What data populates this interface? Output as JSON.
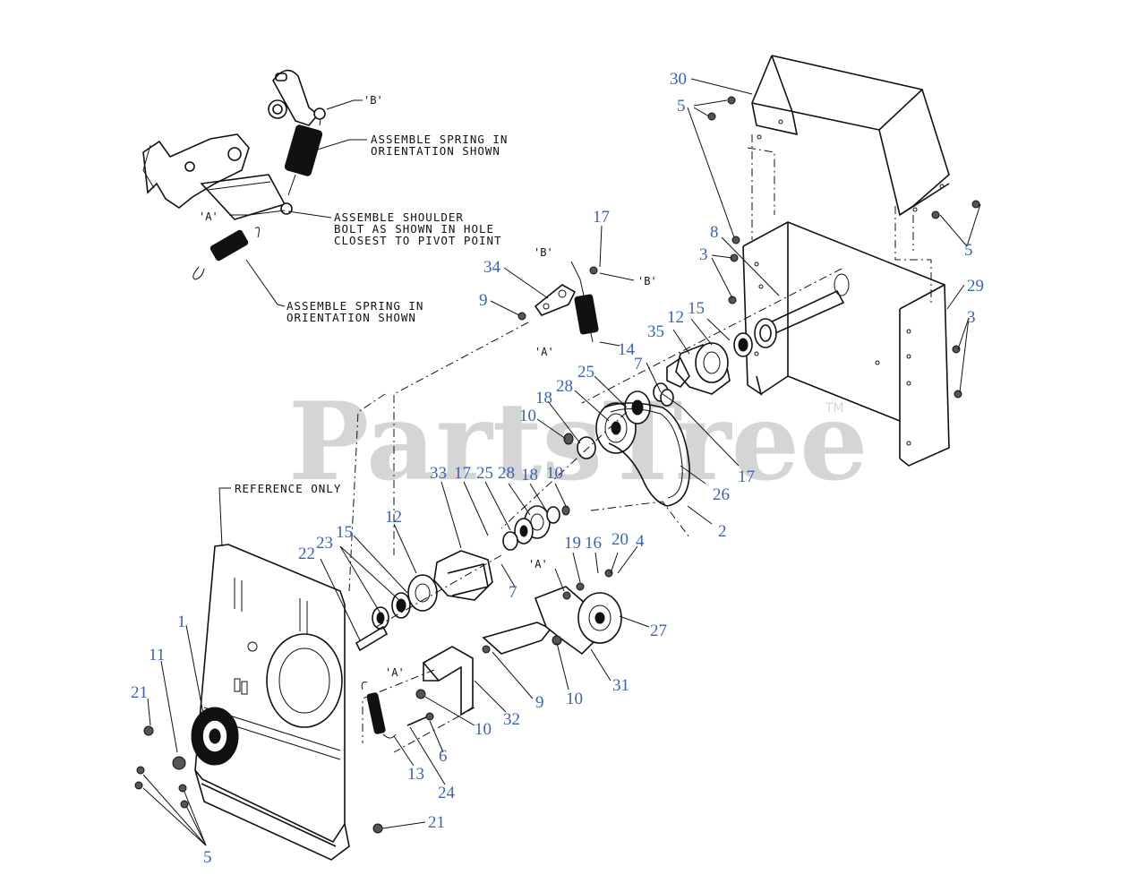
{
  "watermark": {
    "text": "PartsTree",
    "trademark": "TM"
  },
  "notes": {
    "spring_top": [
      "ASSEMBLE SPRING IN",
      "ORIENTATION SHOWN"
    ],
    "shoulder_bolt": [
      "ASSEMBLE SHOULDER",
      "BOLT AS SHOWN IN HOLE",
      "CLOSEST TO PIVOT POINT"
    ],
    "spring_bottom": [
      "ASSEMBLE SPRING IN",
      "ORIENTATION SHOWN"
    ],
    "reference": "REFERENCE ONLY"
  },
  "refs": [
    "'B'",
    "'A'",
    "'B'",
    "'B'",
    "'A'",
    "'A'",
    "'A'"
  ],
  "callouts": [
    "30",
    "5",
    "8",
    "3",
    "5",
    "29",
    "3",
    "17",
    "34",
    "9",
    "14",
    "12",
    "15",
    "35",
    "7",
    "25",
    "28",
    "18",
    "10",
    "17",
    "26",
    "33",
    "17",
    "25",
    "28",
    "18",
    "10",
    "2",
    "12",
    "15",
    "23",
    "22",
    "7",
    "19",
    "16",
    "20",
    "4",
    "27",
    "1",
    "11",
    "9",
    "10",
    "31",
    "32",
    "10",
    "6",
    "21",
    "13",
    "24",
    "21",
    "5"
  ]
}
